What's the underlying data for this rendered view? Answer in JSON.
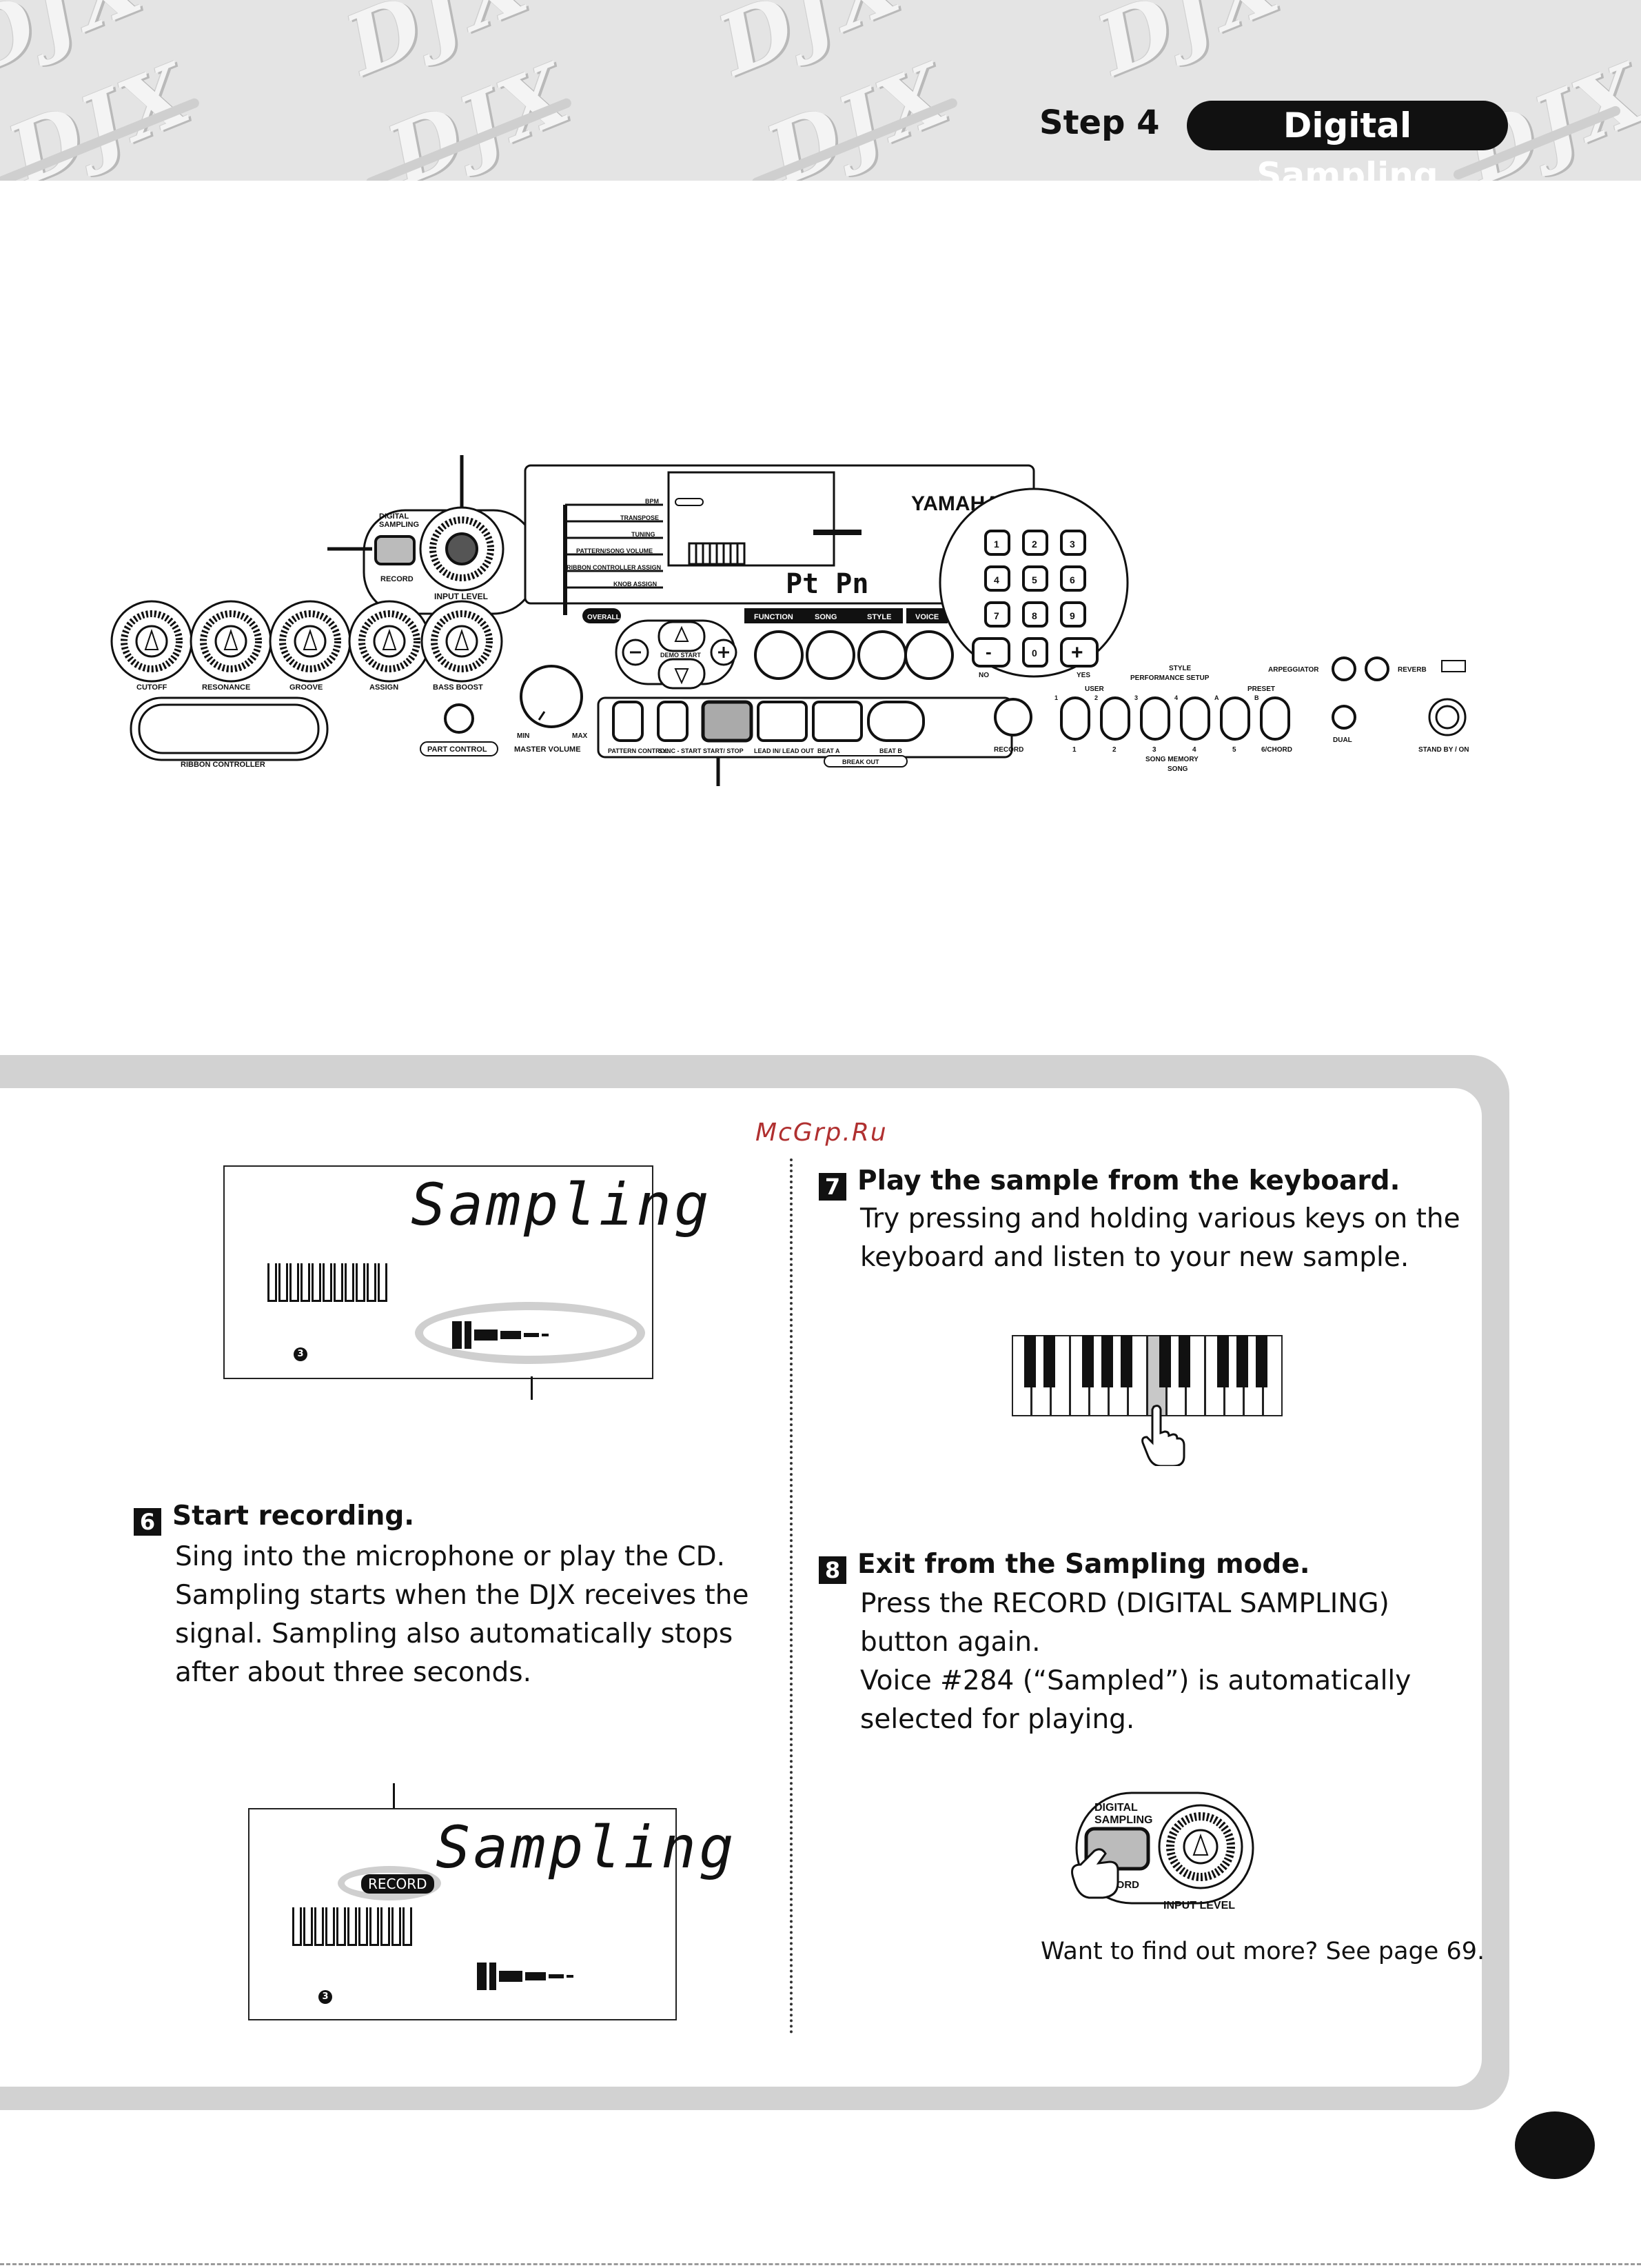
{
  "header": {
    "step_label": "Step 4",
    "title": "Digital Sampling",
    "logo_text": "DJX"
  },
  "panel": {
    "brand": "YAMAHA",
    "digital_sampling_label": "DIGITAL\nSAMPLING",
    "record_label": "RECORD",
    "input_level_label": "INPUT LEVEL",
    "knobs": [
      "CUTOFF",
      "RESONANCE",
      "GROOVE",
      "ASSIGN",
      "BASS BOOST"
    ],
    "ribbon_label": "RIBBON CONTROLLER",
    "part_control_label": "PART CONTROL",
    "master_volume_label": "MASTER VOLUME",
    "min_label": "MIN",
    "max_label": "MAX",
    "overall_label": "OVERALL",
    "demo_start_label": "DEMO START",
    "display_menu": [
      "BPM",
      "TRANSPOSE",
      "TUNING",
      "PATTERN/SONG VOLUME",
      "RIBBON CONTROLLER ASSIGN",
      "KNOB ASSIGN"
    ],
    "mode_buttons": [
      "FUNCTION",
      "SONG",
      "STYLE",
      "VOICE"
    ],
    "pattern_buttons": [
      "PATTERN CONTROL",
      "SYNC - START",
      "START/ STOP",
      "LEAD IN/ LEAD OUT",
      "BEAT A",
      "BEAT B"
    ],
    "break_out_label": "BREAK OUT",
    "numpad": [
      "1",
      "2",
      "3",
      "4",
      "5",
      "6",
      "7",
      "8",
      "9",
      "-",
      "0",
      "+"
    ],
    "no_label": "NO",
    "yes_label": "YES",
    "style_label": "STYLE",
    "performance_setup_label": "PERFORMANCE SETUP",
    "user_label": "USER",
    "preset_label": "PRESET",
    "upper_numbers": [
      "1",
      "2",
      "3",
      "4",
      "A",
      "B"
    ],
    "lower_numbers": [
      "1",
      "2",
      "3",
      "4",
      "5",
      "6/CHORD"
    ],
    "song_memory_label": "SONG MEMORY",
    "song_label": "SONG",
    "record_button_label": "RECORD",
    "arpeggiator_label": "ARPEGGIATOR",
    "reverb_label": "REVERB",
    "dual_label": "DUAL",
    "standby_label": "STAND BY / ON",
    "lcd_text": "Pt Pn"
  },
  "watermark": "McGrp.Ru",
  "steps": {
    "step6": {
      "number": "6",
      "title": "Start recording.",
      "body": [
        "Sing into the microphone or play the CD.",
        "Sampling starts when the DJX receives the",
        "signal.  Sampling also automatically stops",
        "after about three seconds."
      ]
    },
    "step7": {
      "number": "7",
      "title": "Play the sample from the keyboard.",
      "body": [
        "Try pressing and holding various keys on the",
        "keyboard and listen to your new sample."
      ]
    },
    "step8": {
      "number": "8",
      "title": "Exit from the Sampling mode.",
      "body": [
        "Press the RECORD (DIGITAL SAMPLING)",
        "button again.",
        "Voice #284 (“Sampled”) is automatically",
        "selected for playing."
      ]
    }
  },
  "lcd1": {
    "text": "Sampling",
    "beat": "3"
  },
  "lcd2": {
    "text": "Sampling",
    "badge": "RECORD",
    "beat": "3"
  },
  "sampling_detail": {
    "digital_sampling_label": "DIGITAL\nSAMPLING",
    "record_label": "RECORD",
    "input_level_label": "INPUT LEVEL"
  },
  "more_info": "Want to find out more?  See page 69."
}
